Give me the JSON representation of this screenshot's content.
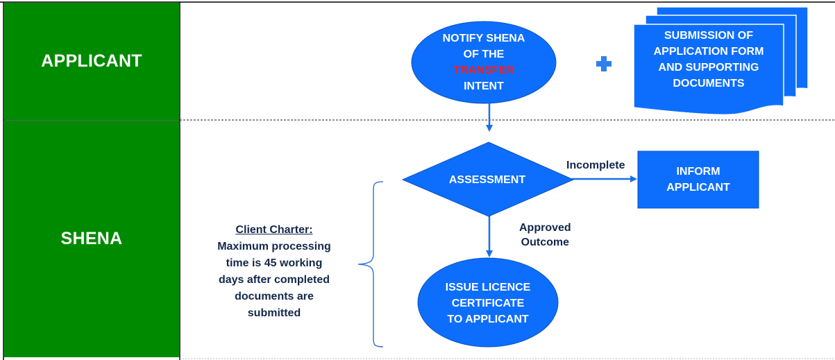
{
  "lanes": {
    "applicant": "APPLICANT",
    "shena": "SHENA"
  },
  "nodes": {
    "notify": {
      "line1": "NOTIFY SHENA",
      "line2": "OF THE",
      "line3": "TRANSFER",
      "line4": "INTENT"
    },
    "submission": {
      "line1": "SUBMISSION OF",
      "line2": "APPLICATION FORM",
      "line3": "AND SUPPORTING",
      "line4": "DOCUMENTS"
    },
    "assessment": "ASSESSMENT",
    "inform": {
      "line1": "INFORM",
      "line2": "APPLICANT"
    },
    "issue": {
      "line1": "ISSUE LICENCE",
      "line2": "CERTIFICATE",
      "line3": "TO APPLICANT"
    }
  },
  "edges": {
    "incomplete": "Incomplete",
    "approved_line1": "Approved",
    "approved_line2": "Outcome"
  },
  "charter": {
    "title": "Client Charter:",
    "line1": "Maximum processing",
    "line2": "time is 45 working",
    "line3": "days after completed",
    "line4": "documents are",
    "line5": "submitted"
  },
  "colors": {
    "lane_green": "#008a00",
    "node_blue": "#0d6efd",
    "highlight_red": "#ff1a1a",
    "text_navy": "#14284b"
  }
}
